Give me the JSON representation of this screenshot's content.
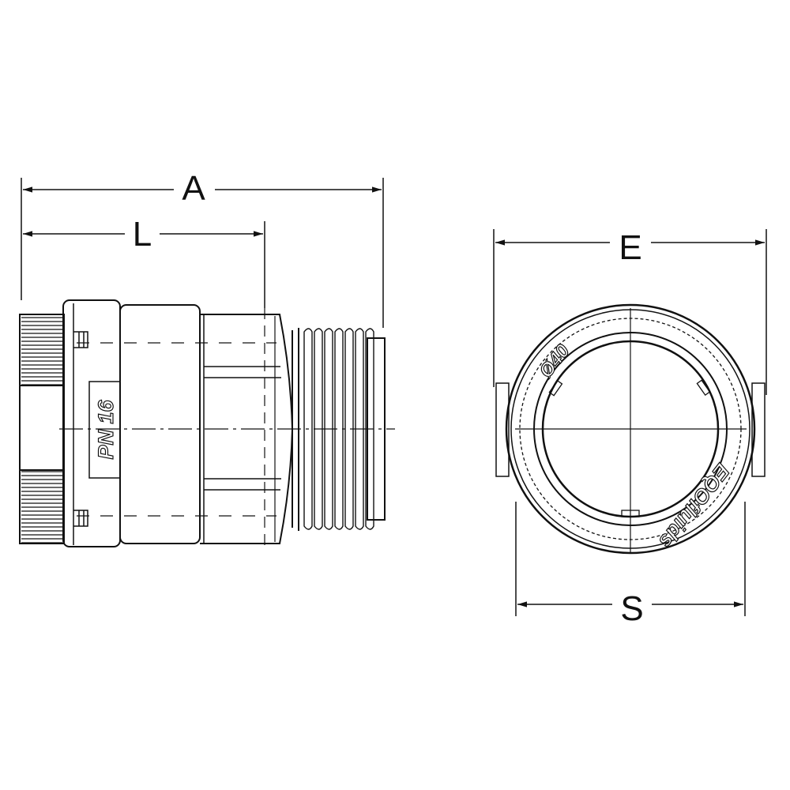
{
  "drawing": {
    "dimensions": {
      "A": "A",
      "L": "L",
      "E": "E",
      "S": "S"
    },
    "side_view": {
      "pressure_marking": "PN 16"
    },
    "front_view": {
      "diameter_marking": "Ø40",
      "brand_marking": "EQOfluids"
    },
    "line_color": "#111111"
  }
}
